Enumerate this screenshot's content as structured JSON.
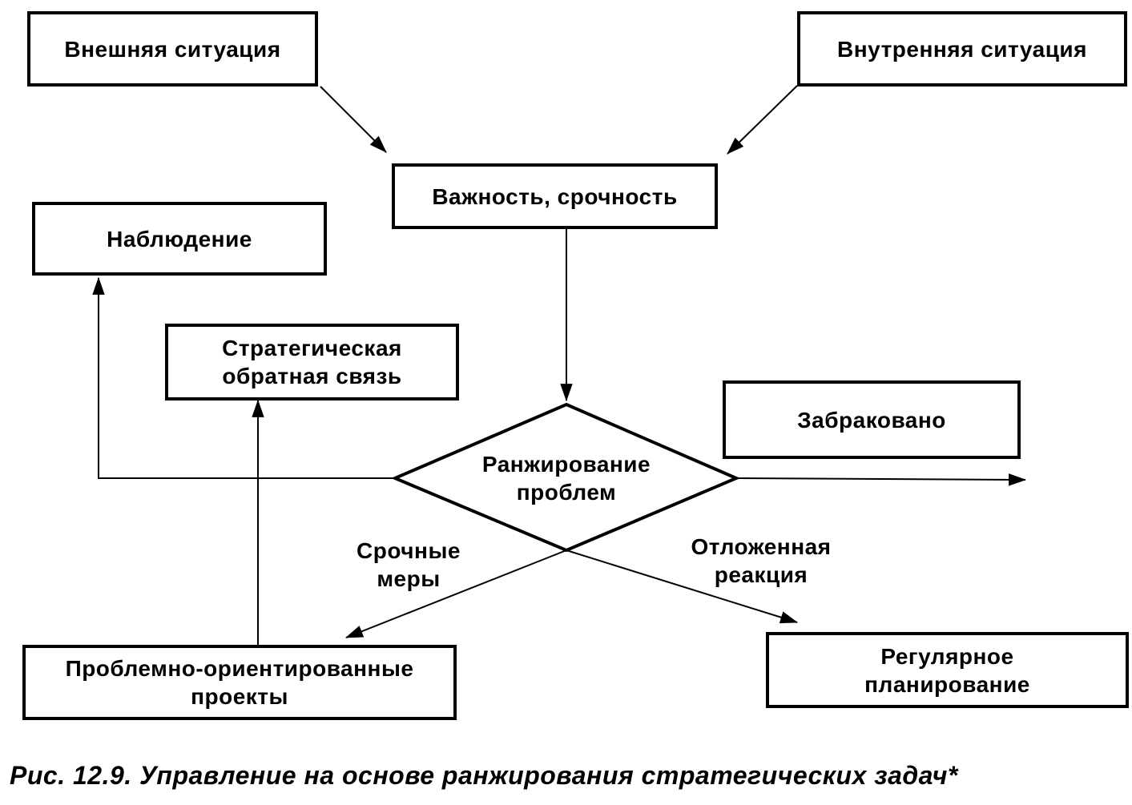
{
  "nodes": {
    "external_situation": "Внешняя ситуация",
    "internal_situation": "Внутренняя ситуация",
    "importance_urgency": "Важность, срочность",
    "observation": "Наблюдение",
    "strategic_feedback_line1": "Стратегическая",
    "strategic_feedback_line2": "обратная связь",
    "rejected": "Забраковано",
    "problem_ranking_line1": "Ранжирование",
    "problem_ranking_line2": "проблем",
    "problem_projects_line1": "Проблемно-ориентированные",
    "problem_projects_line2": "проекты",
    "regular_planning_line1": "Регулярное",
    "regular_planning_line2": "планирование"
  },
  "edge_labels": {
    "urgent_measures_line1": "Срочные",
    "urgent_measures_line2": "меры",
    "delayed_reaction_line1": "Отложенная",
    "delayed_reaction_line2": "реакция"
  },
  "caption": "Рис. 12.9.  Управление на основе ранжирования стратегических задач*"
}
